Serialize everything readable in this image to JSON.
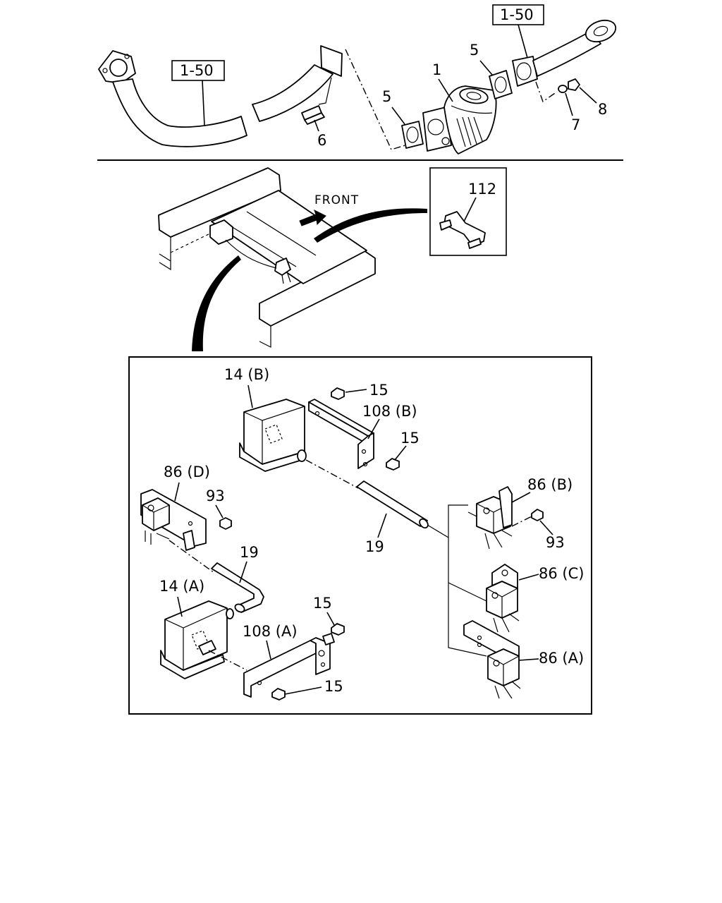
{
  "top_section": {
    "ref_left": "1-50",
    "ref_right": "1-50",
    "labels": {
      "p1": "1",
      "p5_left": "5",
      "p5_right": "5",
      "p6": "6",
      "p7": "7",
      "p8": "8"
    }
  },
  "chassis_section": {
    "front_label": "FRONT",
    "detail_label": "112"
  },
  "detail_section": {
    "labels": {
      "p14b": "14 (B)",
      "p15_a": "15",
      "p108b": "108 (B)",
      "p15_b": "15",
      "p86d": "86 (D)",
      "p93_left": "93",
      "p86b": "86 (B)",
      "p93_right": "93",
      "p19_center": "19",
      "p19_left": "19",
      "p86c": "86 (C)",
      "p14a": "14 (A)",
      "p15_c": "15",
      "p108a": "108 (A)",
      "p86a": "86 (A)",
      "p15_d": "15"
    }
  }
}
